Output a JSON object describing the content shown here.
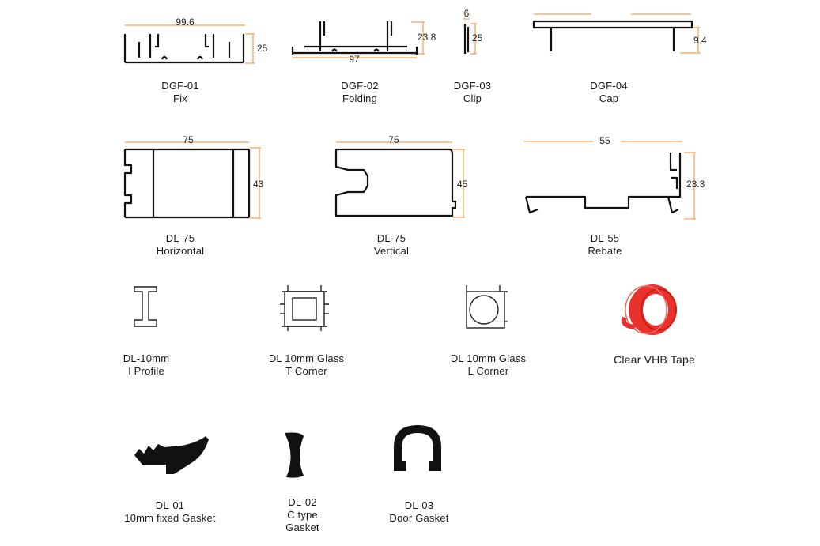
{
  "products": [
    {
      "code": "DGF-01",
      "name": "Fix",
      "dims": {
        "width": "99.6",
        "height": "25"
      }
    },
    {
      "code": "DGF-02",
      "name": "Folding",
      "dims": {
        "width": "97",
        "height": "23.8"
      }
    },
    {
      "code": "DGF-03",
      "name": "Clip",
      "dims": {
        "width": "6",
        "height": "25"
      }
    },
    {
      "code": "DGF-04",
      "name": "Cap",
      "dims": {
        "height": "9.4"
      }
    },
    {
      "code": "DL-75",
      "name": "Horizontal",
      "dims": {
        "width": "75",
        "height": "43"
      }
    },
    {
      "code": "DL-75",
      "name": "Vertical",
      "dims": {
        "width": "75",
        "height": "45"
      }
    },
    {
      "code": "DL-55",
      "name": "Rebate",
      "dims": {
        "width": "55",
        "height": "23.3"
      }
    },
    {
      "code": "DL-10mm",
      "name": "I Profile"
    },
    {
      "code": "DL 10mm Glass",
      "name": "T Corner"
    },
    {
      "code": "DL 10mm Glass",
      "name": "L Corner"
    },
    {
      "code": "",
      "name": "Clear VHB Tape"
    },
    {
      "code": "DL-01",
      "name": "10mm fixed Gasket"
    },
    {
      "code": "DL-02",
      "name": "C type",
      "name2": "Gasket"
    },
    {
      "code": "DL-03",
      "name": "Door Gasket"
    }
  ],
  "colors": {
    "dimension_line": "#f28c28",
    "profile": "#111111",
    "tape": "#e8322b"
  }
}
